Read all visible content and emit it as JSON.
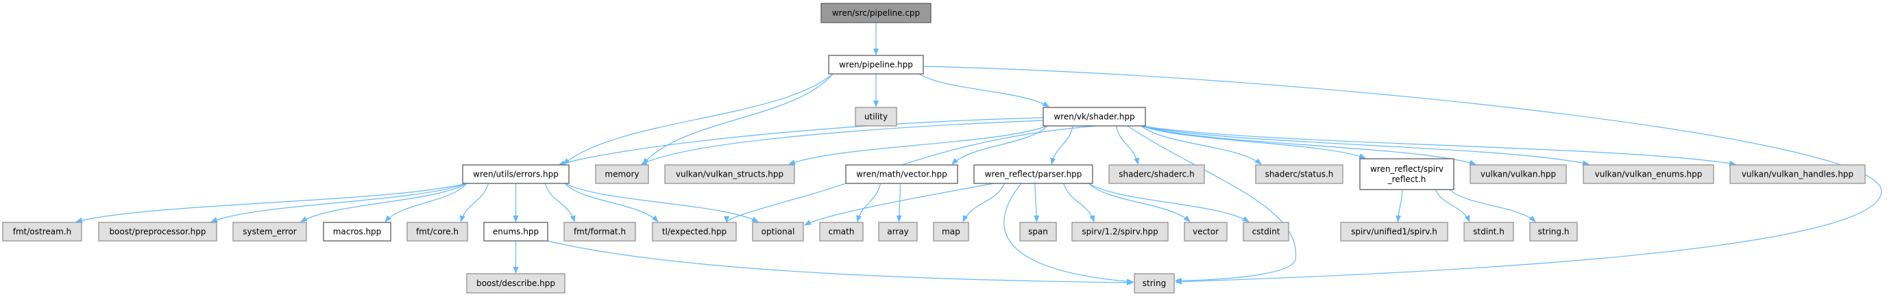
{
  "title": "wren/src/pipeline.cpp",
  "colors": {
    "edge": "#63b8ff",
    "root_fill": "#999999",
    "root_border": "#666666",
    "documented_fill": "#ffffff",
    "documented_border": "#666666",
    "external_fill": "#e0e0e0",
    "external_border": "#999999"
  },
  "nodes": [
    {
      "id": "cpp",
      "label": "wren/src/pipeline.cpp",
      "kind": "root"
    },
    {
      "id": "pipeline",
      "label": "wren/pipeline.hpp",
      "kind": "documented"
    },
    {
      "id": "utility",
      "label": "utility",
      "kind": "external"
    },
    {
      "id": "shader",
      "label": "wren/vk/shader.hpp",
      "kind": "documented"
    },
    {
      "id": "errors",
      "label": "wren/utils/errors.hpp",
      "kind": "documented"
    },
    {
      "id": "memory",
      "label": "memory",
      "kind": "external"
    },
    {
      "id": "vk_structs",
      "label": "vulkan/vulkan_structs.hpp",
      "kind": "external"
    },
    {
      "id": "vector_hpp",
      "label": "wren/math/vector.hpp",
      "kind": "documented"
    },
    {
      "id": "parser",
      "label": "wren_reflect/parser.hpp",
      "kind": "documented"
    },
    {
      "id": "shaderc",
      "label": "shaderc/shaderc.h",
      "kind": "external"
    },
    {
      "id": "status",
      "label": "shaderc/status.h",
      "kind": "external"
    },
    {
      "id": "spirv_reflect",
      "label": "wren_reflect/spirv\n_reflect.h",
      "kind": "documented"
    },
    {
      "id": "vulkan",
      "label": "vulkan/vulkan.hpp",
      "kind": "external"
    },
    {
      "id": "vk_enums",
      "label": "vulkan/vulkan_enums.hpp",
      "kind": "external"
    },
    {
      "id": "vk_handles",
      "label": "vulkan/vulkan_handles.hpp",
      "kind": "external"
    },
    {
      "id": "ostream",
      "label": "fmt/ostream.h",
      "kind": "external"
    },
    {
      "id": "preproc",
      "label": "boost/preprocessor.hpp",
      "kind": "external"
    },
    {
      "id": "system_error",
      "label": "system_error",
      "kind": "external"
    },
    {
      "id": "macros",
      "label": "macros.hpp",
      "kind": "documented"
    },
    {
      "id": "fmt_core",
      "label": "fmt/core.h",
      "kind": "external"
    },
    {
      "id": "enums",
      "label": "enums.hpp",
      "kind": "documented"
    },
    {
      "id": "fmt_format",
      "label": "fmt/format.h",
      "kind": "external"
    },
    {
      "id": "expected",
      "label": "tl/expected.hpp",
      "kind": "external"
    },
    {
      "id": "optional",
      "label": "optional",
      "kind": "external"
    },
    {
      "id": "cmath",
      "label": "cmath",
      "kind": "external"
    },
    {
      "id": "array",
      "label": "array",
      "kind": "external"
    },
    {
      "id": "map",
      "label": "map",
      "kind": "external"
    },
    {
      "id": "span",
      "label": "span",
      "kind": "external"
    },
    {
      "id": "spirv_hpp",
      "label": "spirv/1.2/spirv.hpp",
      "kind": "external"
    },
    {
      "id": "vector",
      "label": "vector",
      "kind": "external"
    },
    {
      "id": "cstdint",
      "label": "cstdint",
      "kind": "external"
    },
    {
      "id": "unified1",
      "label": "spirv/unified1/spirv.h",
      "kind": "external"
    },
    {
      "id": "stdint",
      "label": "stdint.h",
      "kind": "external"
    },
    {
      "id": "string_h",
      "label": "string.h",
      "kind": "external"
    },
    {
      "id": "describe",
      "label": "boost/describe.hpp",
      "kind": "external"
    },
    {
      "id": "string",
      "label": "string",
      "kind": "external"
    }
  ],
  "edges": [
    [
      "cpp",
      "pipeline"
    ],
    [
      "pipeline",
      "errors"
    ],
    [
      "pipeline",
      "memory"
    ],
    [
      "pipeline",
      "utility"
    ],
    [
      "pipeline",
      "shader"
    ],
    [
      "pipeline",
      "string"
    ],
    [
      "shader",
      "errors"
    ],
    [
      "shader",
      "memory"
    ],
    [
      "shader",
      "vk_structs"
    ],
    [
      "shader",
      "vector_hpp"
    ],
    [
      "shader",
      "parser"
    ],
    [
      "shader",
      "shaderc"
    ],
    [
      "shader",
      "status"
    ],
    [
      "shader",
      "spirv_reflect"
    ],
    [
      "shader",
      "vulkan"
    ],
    [
      "shader",
      "vk_enums"
    ],
    [
      "shader",
      "vk_handles"
    ],
    [
      "shader",
      "expected"
    ],
    [
      "shader",
      "string"
    ],
    [
      "errors",
      "ostream"
    ],
    [
      "errors",
      "preproc"
    ],
    [
      "errors",
      "system_error"
    ],
    [
      "errors",
      "macros"
    ],
    [
      "errors",
      "fmt_core"
    ],
    [
      "errors",
      "enums"
    ],
    [
      "errors",
      "fmt_format"
    ],
    [
      "errors",
      "expected"
    ],
    [
      "errors",
      "optional"
    ],
    [
      "enums",
      "describe"
    ],
    [
      "enums",
      "string"
    ],
    [
      "vector_hpp",
      "cmath"
    ],
    [
      "vector_hpp",
      "array"
    ],
    [
      "parser",
      "optional"
    ],
    [
      "parser",
      "map"
    ],
    [
      "parser",
      "span"
    ],
    [
      "parser",
      "spirv_hpp"
    ],
    [
      "parser",
      "vector"
    ],
    [
      "parser",
      "cstdint"
    ],
    [
      "parser",
      "string"
    ],
    [
      "spirv_reflect",
      "unified1"
    ],
    [
      "spirv_reflect",
      "stdint"
    ],
    [
      "spirv_reflect",
      "string_h"
    ]
  ]
}
